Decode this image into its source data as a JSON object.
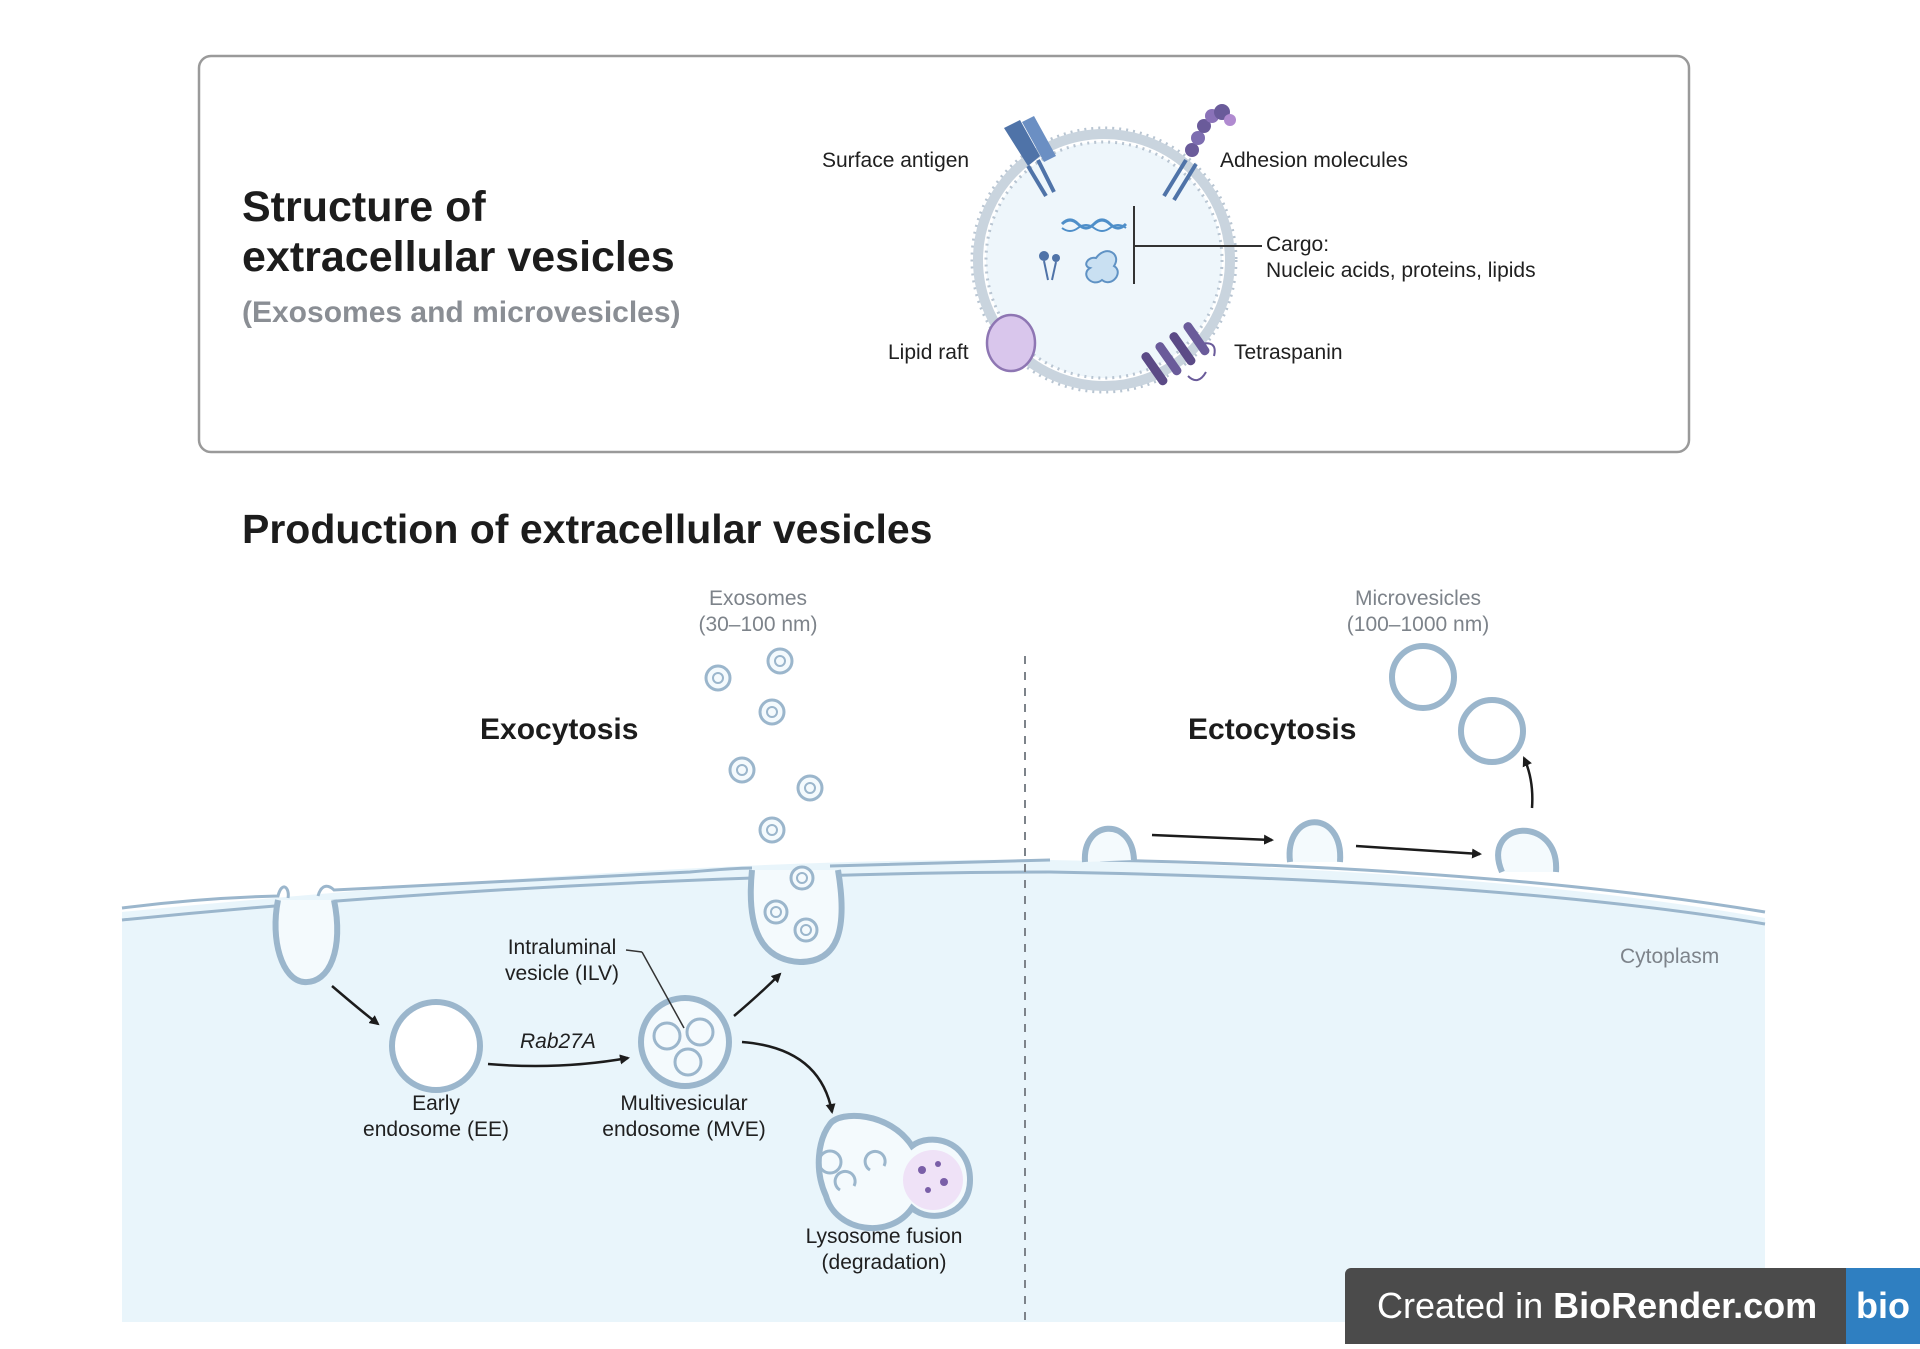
{
  "structure": {
    "title_line1": "Structure of",
    "title_line2": "extracellular vesicles",
    "subtitle": "(Exosomes and microvesicles)",
    "labels": {
      "surface_antigen": "Surface antigen",
      "adhesion_molecules": "Adhesion molecules",
      "cargo_title": "Cargo:",
      "cargo_items": "Nucleic acids, proteins, lipids",
      "lipid_raft": "Lipid raft",
      "tetraspanin": "Tetraspanin"
    }
  },
  "production": {
    "title": "Production of extracellular vesicles",
    "exocytosis": "Exocytosis",
    "ectocytosis": "Ectocytosis",
    "exosomes_line1": "Exosomes",
    "exosomes_line2": "(30–100 nm)",
    "microvesicles_line1": "Microvesicles",
    "microvesicles_line2": "(100–1000 nm)",
    "cytoplasm": "Cytoplasm",
    "ilv_line1": "Intraluminal",
    "ilv_line2": "vesicle (ILV)",
    "rab27a": "Rab27A",
    "early_line1": "Early",
    "early_line2": "endosome (EE)",
    "mve_line1": "Multivesicular",
    "mve_line2": "endosome (MVE)",
    "lyso_line1": "Lysosome fusion",
    "lyso_line2": "(degradation)"
  },
  "badge": {
    "prefix": "Created in ",
    "brand": "BioRender.com",
    "logo": "bio"
  },
  "colors": {
    "cytoplasm_fill": "#e9f5fb",
    "membrane": "#9bb6cc",
    "membrane_fill": "#f4fafd",
    "antigen": "#4f73a8",
    "adhesion": "#6a5b9a",
    "tetraspanin": "#5b4a86",
    "lipid_raft": "#d9c6ec",
    "badge_bg": "#4b4b4b",
    "badge_logo": "#2f7fc1"
  }
}
